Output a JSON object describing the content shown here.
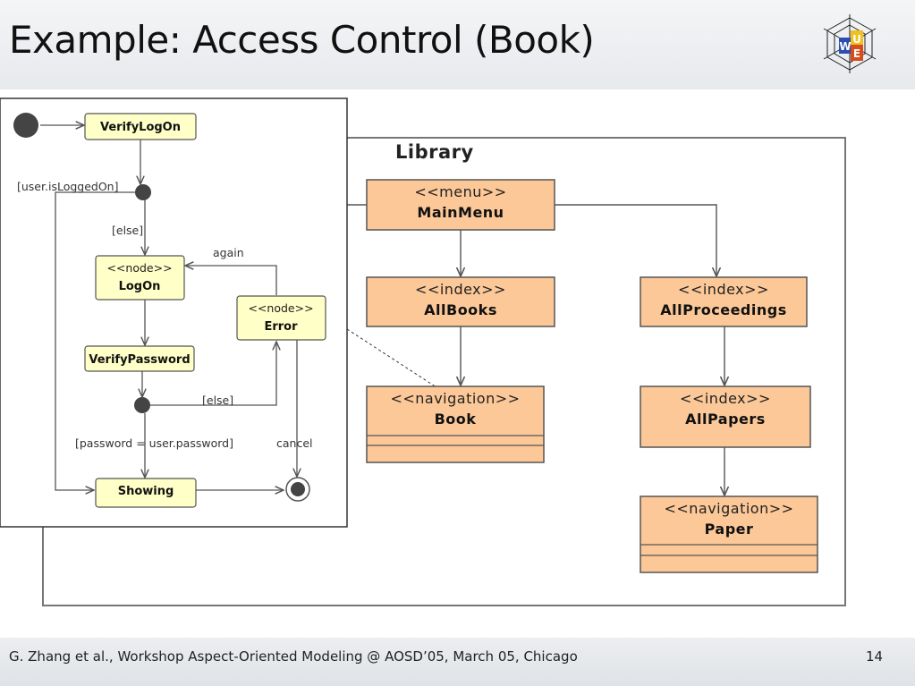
{
  "slide": {
    "title": "Example: Access Control (Book)",
    "footer": "G. Zhang et al., Workshop Aspect-Oriented Modeling @ AOSD’05, March 05, Chicago",
    "page_number": "14"
  },
  "logo": {
    "letters": [
      "U",
      "W",
      "E"
    ]
  },
  "package": {
    "name": "Library"
  },
  "classes": {
    "main_menu": {
      "stereotype": "<<menu>>",
      "name": "MainMenu"
    },
    "all_books": {
      "stereotype": "<<index>>",
      "name": "AllBooks"
    },
    "all_proceedings": {
      "stereotype": "<<index>>",
      "name": "AllProceedings"
    },
    "book": {
      "stereotype": "<<navigation>>",
      "name": "Book"
    },
    "all_papers": {
      "stereotype": "<<index>>",
      "name": "AllPapers"
    },
    "paper": {
      "stereotype": "<<navigation>>",
      "name": "Paper"
    }
  },
  "activity": {
    "verify_logon": "VerifyLogOn",
    "logon": {
      "stereotype": "<<node>>",
      "name": "LogOn"
    },
    "error": {
      "stereotype": "<<node>>",
      "name": "Error"
    },
    "verify_password": "VerifyPassword",
    "showing": "Showing",
    "guards": {
      "logged_on": "[user.isLoggedOn]",
      "else_1": "[else]",
      "again": "again",
      "else_2": "[else]",
      "password": "[password = user.password]",
      "cancel": "cancel"
    }
  },
  "colors": {
    "class_fill": "#fcc898",
    "action_fill": "#ffffc8",
    "header_bg": "#e9ebee"
  }
}
